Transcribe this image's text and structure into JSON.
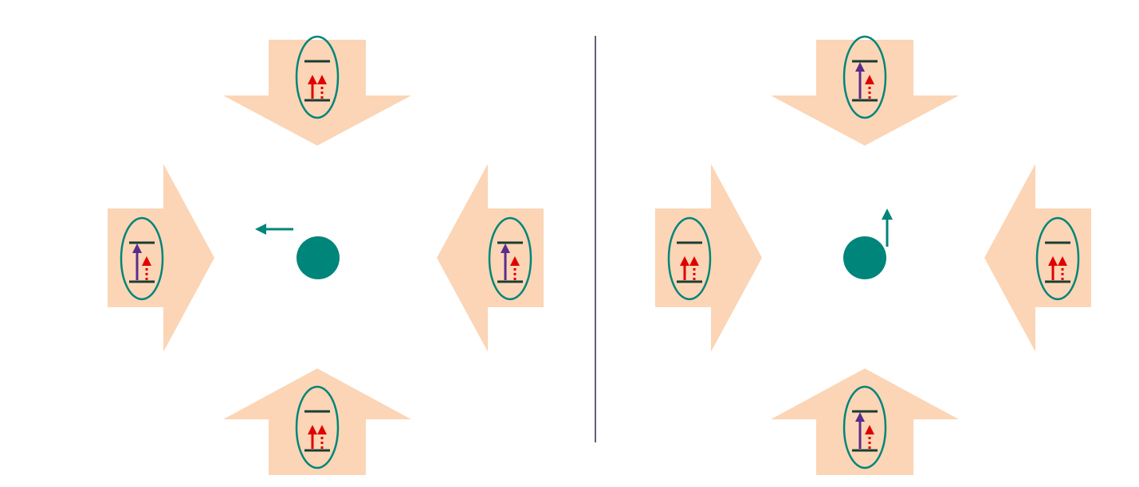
{
  "colors": {
    "background": "#ffffff",
    "beam_arrow": "#fbd5b5",
    "atom": "#00857a",
    "ellipse_outline": "#00857a",
    "level_line": "#1a3d33",
    "purple_photon": "#5b2d8a",
    "red_photon": "#e00000",
    "divider": "#2a2a55"
  },
  "icons": {
    "beam": "beam-arrow-icon",
    "transition": "energy-level-ellipse-icon",
    "atom": "atom-circle-icon",
    "motion": "velocity-arrow-icon"
  },
  "panels": [
    {
      "id": "left",
      "atom_motion": "left",
      "beams": [
        {
          "from": "top",
          "transition": "red"
        },
        {
          "from": "left",
          "transition": "purple"
        },
        {
          "from": "right",
          "transition": "purple"
        },
        {
          "from": "bottom",
          "transition": "red"
        }
      ]
    },
    {
      "id": "right",
      "atom_motion": "up",
      "beams": [
        {
          "from": "top",
          "transition": "purple"
        },
        {
          "from": "left",
          "transition": "red"
        },
        {
          "from": "right",
          "transition": "red"
        },
        {
          "from": "bottom",
          "transition": "purple"
        }
      ]
    }
  ]
}
